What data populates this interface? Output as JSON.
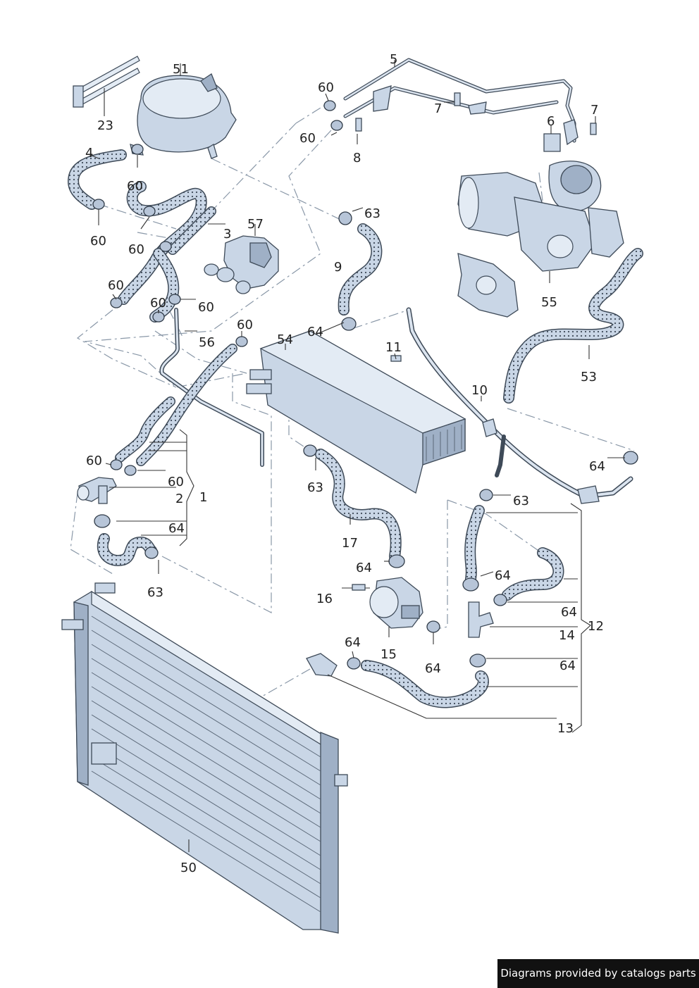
{
  "callouts": [
    {
      "id": "23",
      "text": "23"
    },
    {
      "id": "51",
      "text": "51"
    },
    {
      "id": "4",
      "text": "4"
    },
    {
      "id": "60a",
      "text": "60"
    },
    {
      "id": "60b",
      "text": "60"
    },
    {
      "id": "60c",
      "text": "60"
    },
    {
      "id": "3",
      "text": "3"
    },
    {
      "id": "57",
      "text": "57"
    },
    {
      "id": "60d",
      "text": "60"
    },
    {
      "id": "60e",
      "text": "60"
    },
    {
      "id": "60f",
      "text": "60"
    },
    {
      "id": "56",
      "text": "56"
    },
    {
      "id": "60g",
      "text": "60"
    },
    {
      "id": "60h",
      "text": "60"
    },
    {
      "id": "60i",
      "text": "60"
    },
    {
      "id": "60j",
      "text": "60"
    },
    {
      "id": "2",
      "text": "2"
    },
    {
      "id": "1",
      "text": "1"
    },
    {
      "id": "64a",
      "text": "64"
    },
    {
      "id": "63a",
      "text": "63"
    },
    {
      "id": "5",
      "text": "5"
    },
    {
      "id": "60k",
      "text": "60"
    },
    {
      "id": "60l",
      "text": "60"
    },
    {
      "id": "8",
      "text": "8"
    },
    {
      "id": "7a",
      "text": "7"
    },
    {
      "id": "7b",
      "text": "7"
    },
    {
      "id": "6",
      "text": "6"
    },
    {
      "id": "63b",
      "text": "63"
    },
    {
      "id": "9",
      "text": "9"
    },
    {
      "id": "55",
      "text": "55"
    },
    {
      "id": "54",
      "text": "54"
    },
    {
      "id": "64b",
      "text": "64"
    },
    {
      "id": "11",
      "text": "11"
    },
    {
      "id": "53",
      "text": "53"
    },
    {
      "id": "10",
      "text": "10"
    },
    {
      "id": "64c",
      "text": "64"
    },
    {
      "id": "63c",
      "text": "63"
    },
    {
      "id": "63d",
      "text": "63"
    },
    {
      "id": "17",
      "text": "17"
    },
    {
      "id": "64d",
      "text": "64"
    },
    {
      "id": "64e",
      "text": "64"
    },
    {
      "id": "16",
      "text": "16"
    },
    {
      "id": "64f",
      "text": "64"
    },
    {
      "id": "14",
      "text": "14"
    },
    {
      "id": "12",
      "text": "12"
    },
    {
      "id": "15",
      "text": "15"
    },
    {
      "id": "64g",
      "text": "64"
    },
    {
      "id": "64h",
      "text": "64"
    },
    {
      "id": "64i",
      "text": "64"
    },
    {
      "id": "13",
      "text": "13"
    },
    {
      "id": "50",
      "text": "50"
    }
  ],
  "credit": "Diagrams provided by catalogs parts",
  "colors": {
    "part_fill": "#c9d6e6",
    "part_outline": "#3e4a58",
    "dash_line": "#8a98a8",
    "credit_bg": "#111111",
    "credit_text": "#ffffff"
  }
}
